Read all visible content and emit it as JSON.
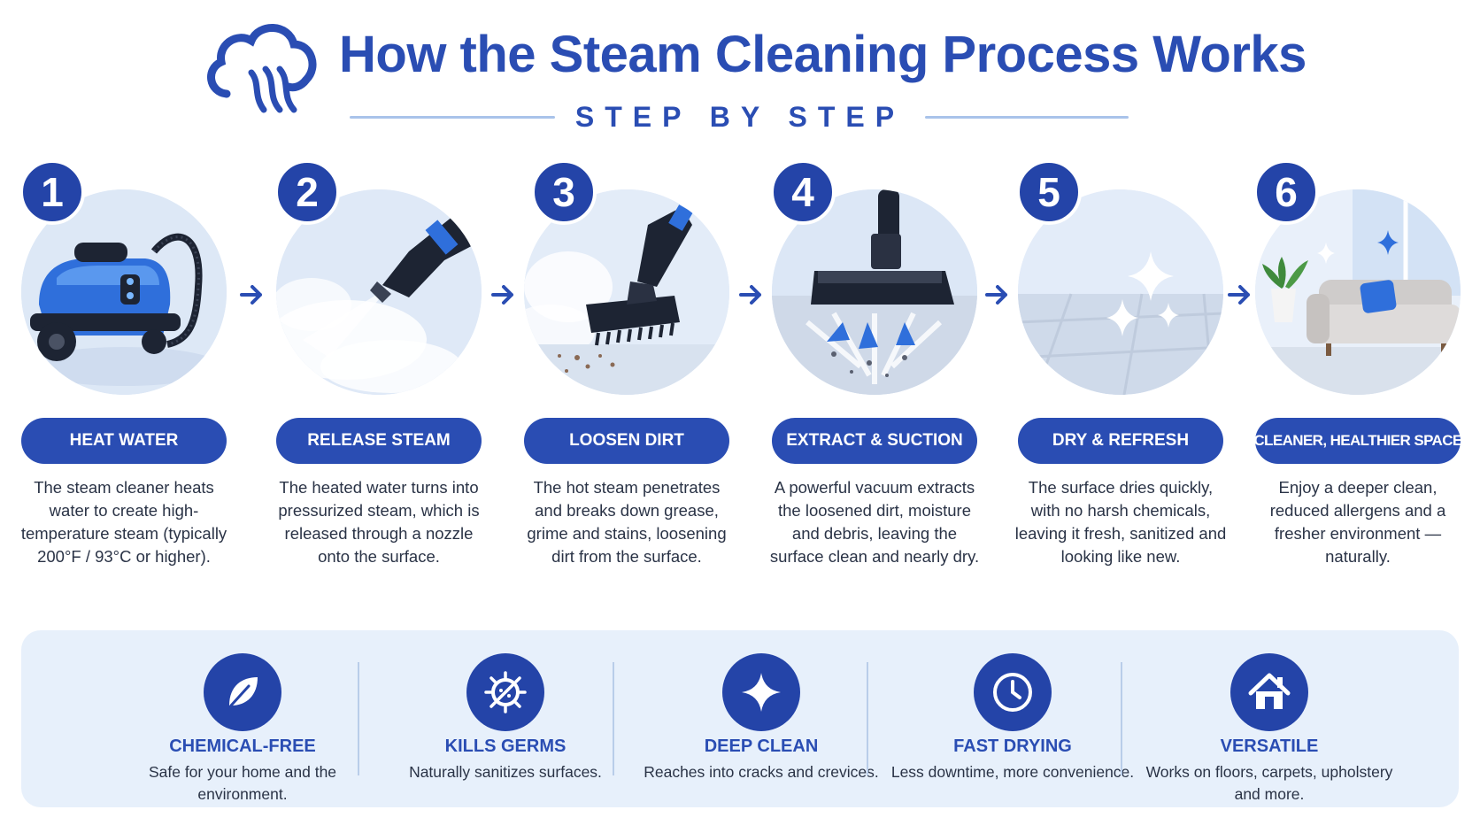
{
  "header": {
    "title": "How the Steam Cleaning Process Works",
    "subtitle": "STEP BY STEP",
    "logo_icon": "steam-cloud-icon"
  },
  "colors": {
    "primary": "#2a4db3",
    "primary_dark": "#2444a8",
    "panel_bg": "#e7f0fb",
    "text": "#2a3346"
  },
  "steps": [
    {
      "number": "1",
      "label": "HEAT WATER",
      "illustration": "steam-cleaner-machine-icon",
      "description": "The steam cleaner heats water to create high-temperature steam (typically 200°F / 93°C or higher)."
    },
    {
      "number": "2",
      "label": "RELEASE STEAM",
      "illustration": "steam-nozzle-icon",
      "description": "The heated water turns into pressurized steam, which is released through a nozzle onto the surface."
    },
    {
      "number": "3",
      "label": "LOOSEN DIRT",
      "illustration": "scrub-brush-icon",
      "description": "The hot steam penetrates and breaks down grease, grime and stains, loosening dirt from the surface."
    },
    {
      "number": "4",
      "label": "EXTRACT & SUCTION",
      "illustration": "vacuum-head-icon",
      "description": "A powerful vacuum extracts the loosened dirt, moisture and debris, leaving the surface clean and nearly dry."
    },
    {
      "number": "5",
      "label": "DRY & REFRESH",
      "illustration": "sparkling-floor-icon",
      "description": "The surface dries quickly, with no harsh chemicals, leaving it fresh, sanitized and looking like new."
    },
    {
      "number": "6",
      "label": "CLEANER, HEALTHIER SPACE",
      "illustration": "clean-living-room-icon",
      "description": "Enjoy a deeper clean, reduced allergens and a fresher environment — naturally."
    }
  ],
  "benefits": [
    {
      "title": "CHEMICAL-FREE",
      "description": "Safe for your home and the environment.",
      "icon": "leaf-icon"
    },
    {
      "title": "KILLS GERMS",
      "description": "Naturally sanitizes surfaces.",
      "icon": "germ-icon"
    },
    {
      "title": "DEEP CLEAN",
      "description": "Reaches into cracks and crevices.",
      "icon": "sparkle-icon"
    },
    {
      "title": "FAST DRYING",
      "description": "Less downtime, more convenience.",
      "icon": "clock-icon"
    },
    {
      "title": "VERSATILE",
      "description": "Works on floors, carpets, upholstery and more.",
      "icon": "house-icon"
    }
  ]
}
